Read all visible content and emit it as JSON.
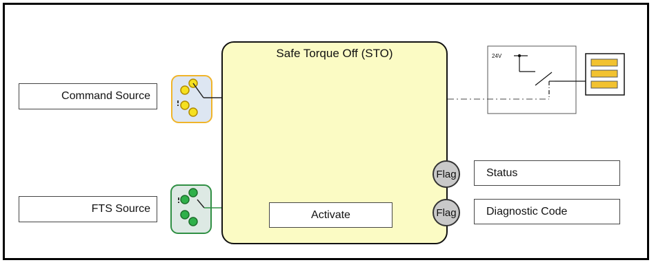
{
  "sto_block": {
    "title": "Safe Torque Off (STO)"
  },
  "sources": {
    "command": "Command Source",
    "fts": "FTS Source"
  },
  "activate": "Activate",
  "outputs": [
    {
      "flag": "Flag",
      "label": "Status"
    },
    {
      "flag": "Flag",
      "label": "Diagnostic Code"
    }
  ],
  "relay": {
    "voltage": "24V"
  },
  "colors": {
    "sto_fill": "#fbfbc4",
    "command_switch": "#f0c020",
    "fts_switch": "#2f9a3c",
    "flag_fill": "#c9c9c9"
  }
}
